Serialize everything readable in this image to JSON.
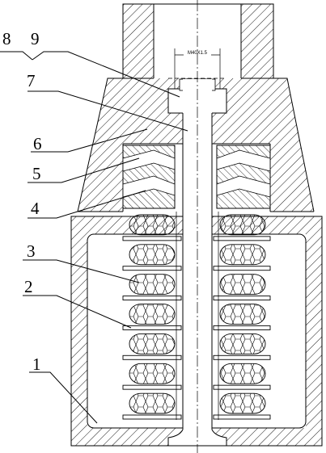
{
  "figure": {
    "colors": {
      "line": "#000000",
      "background": "#ffffff"
    },
    "thread_label": "M40X1.5",
    "part_labels": [
      "8",
      "9",
      "7",
      "6",
      "5",
      "4",
      "3",
      "2",
      "1"
    ]
  }
}
